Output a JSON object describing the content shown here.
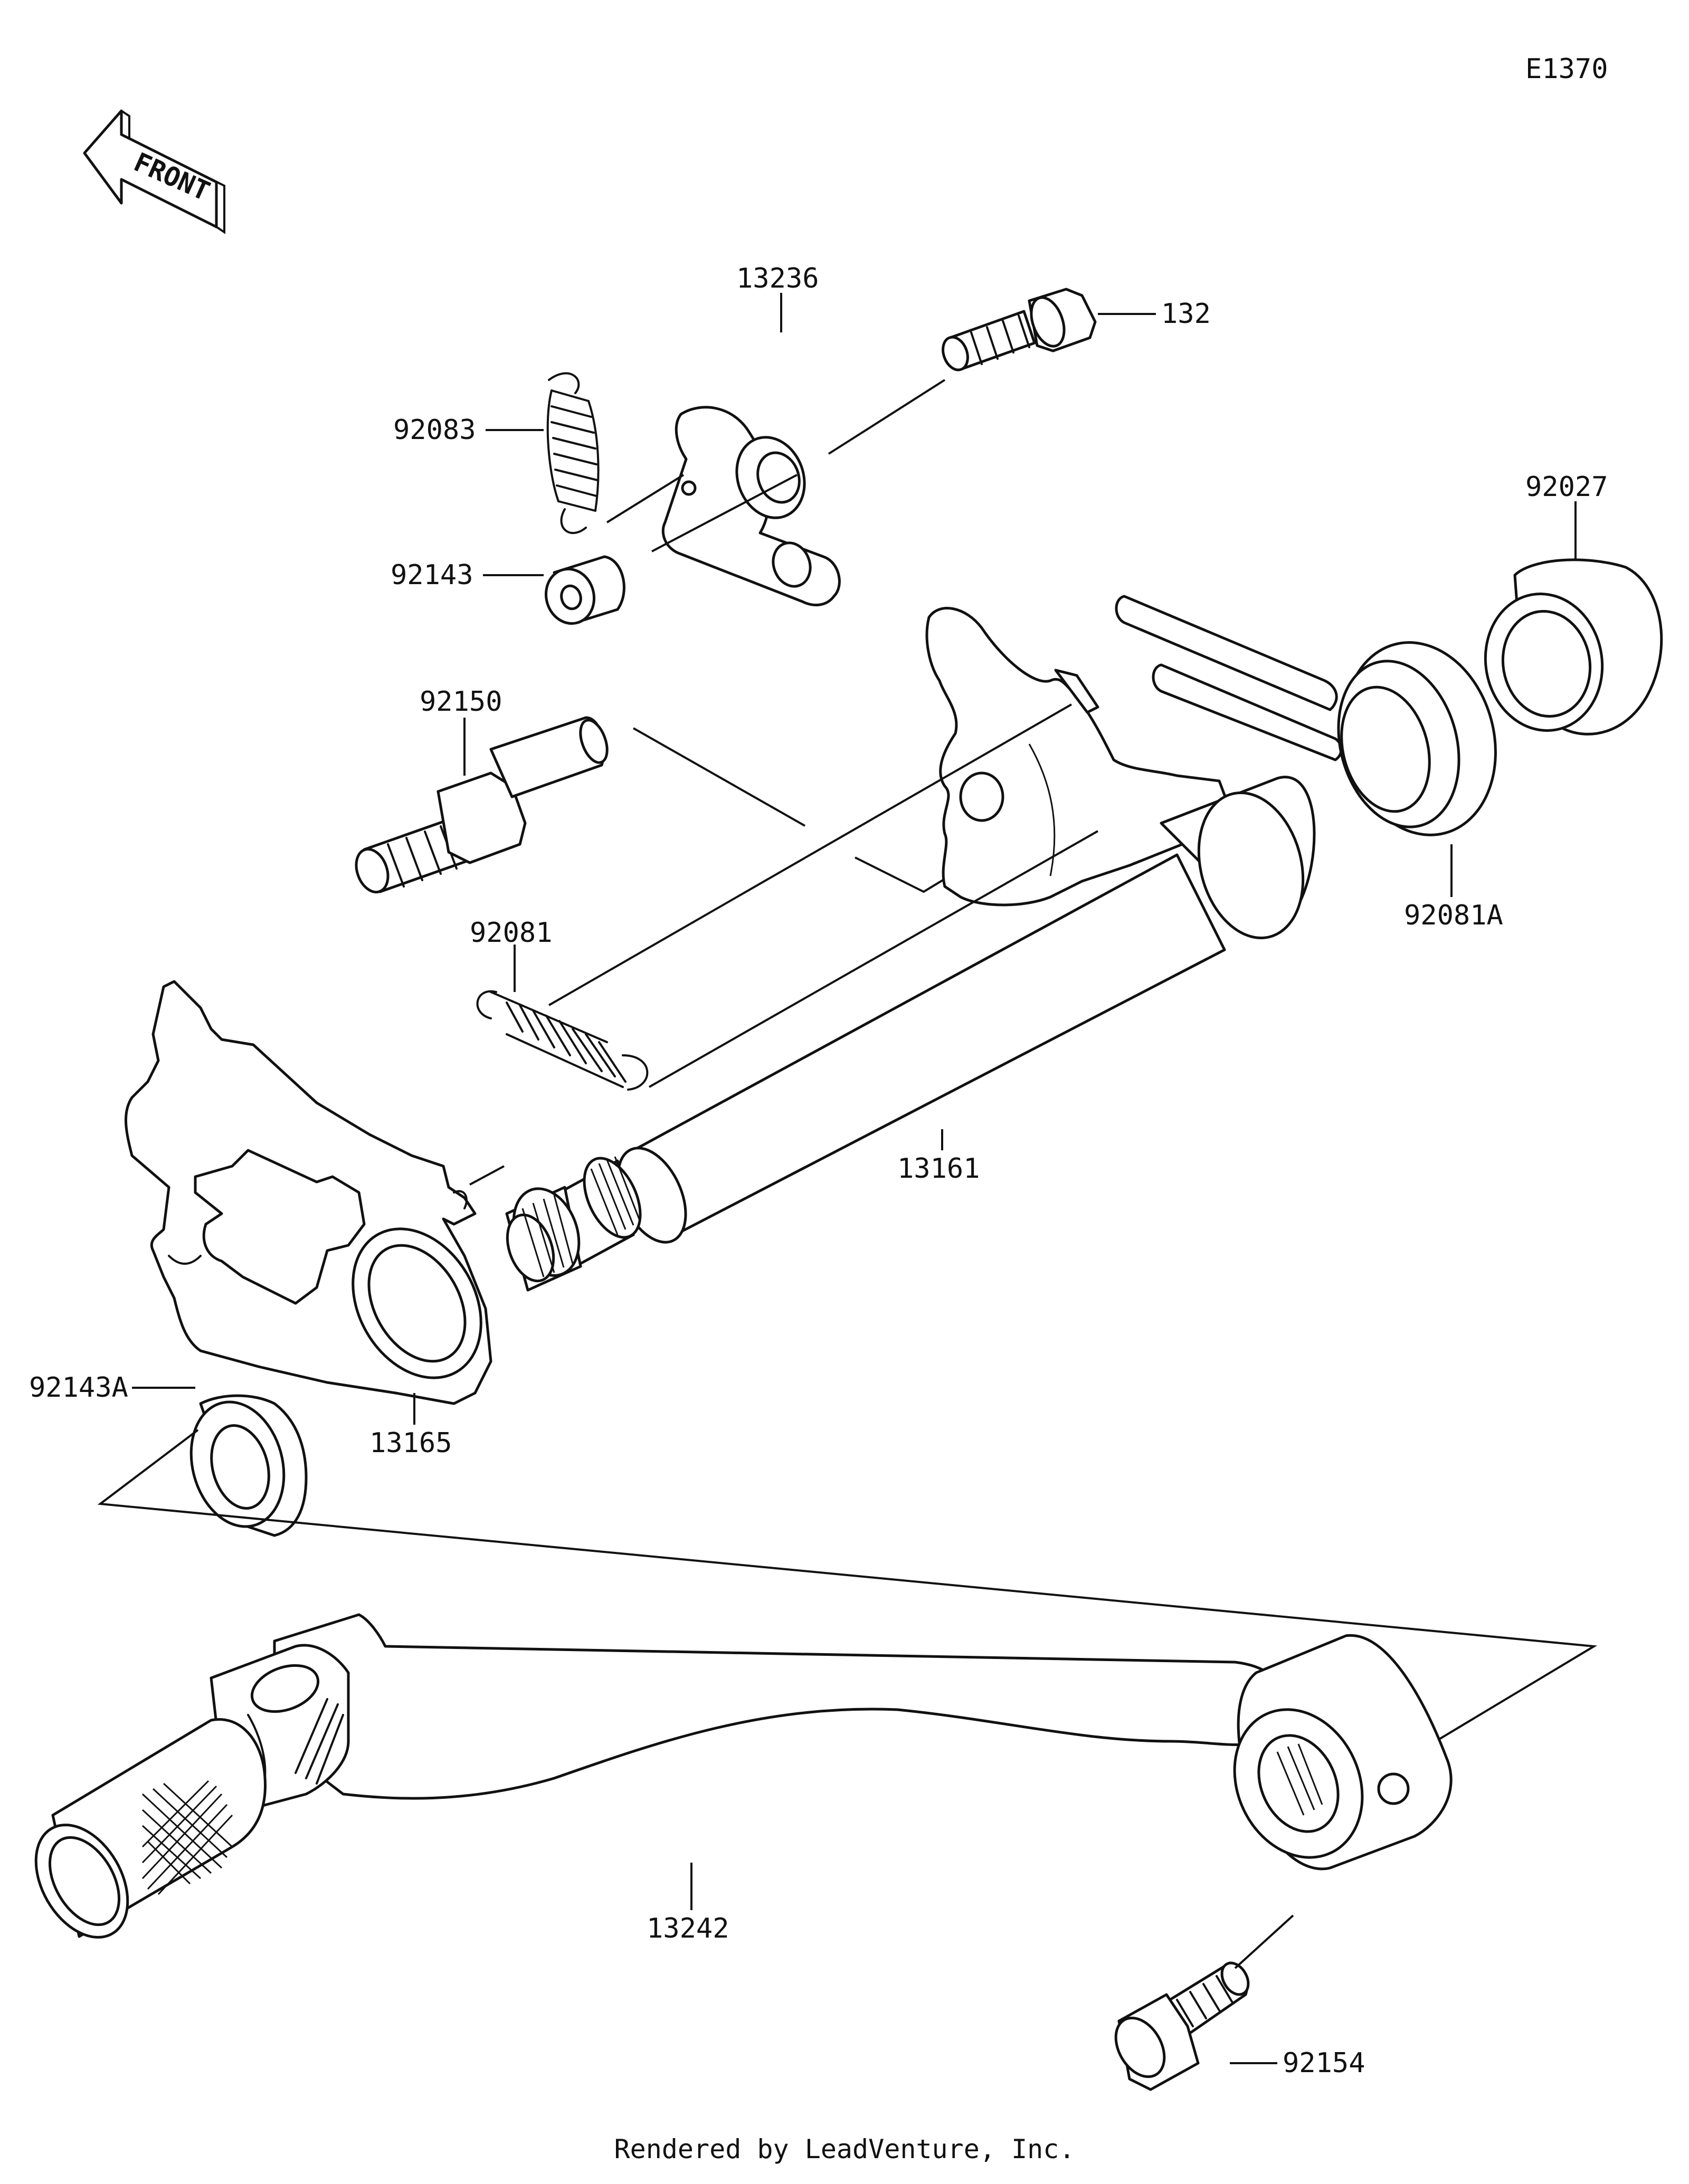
{
  "diagram_code": "E1370",
  "front_label": "FRONT",
  "footer": "Rendered by LeadVenture, Inc.",
  "part_numbers": {
    "p13236": "13236",
    "p132": "132",
    "p92083": "92083",
    "p92143": "92143",
    "p92027": "92027",
    "p92150": "92150",
    "p92081": "92081",
    "p92081A": "92081A",
    "p13161": "13161",
    "p92143A": "92143A",
    "p13165": "13165",
    "p13242": "13242",
    "p92154": "92154"
  }
}
